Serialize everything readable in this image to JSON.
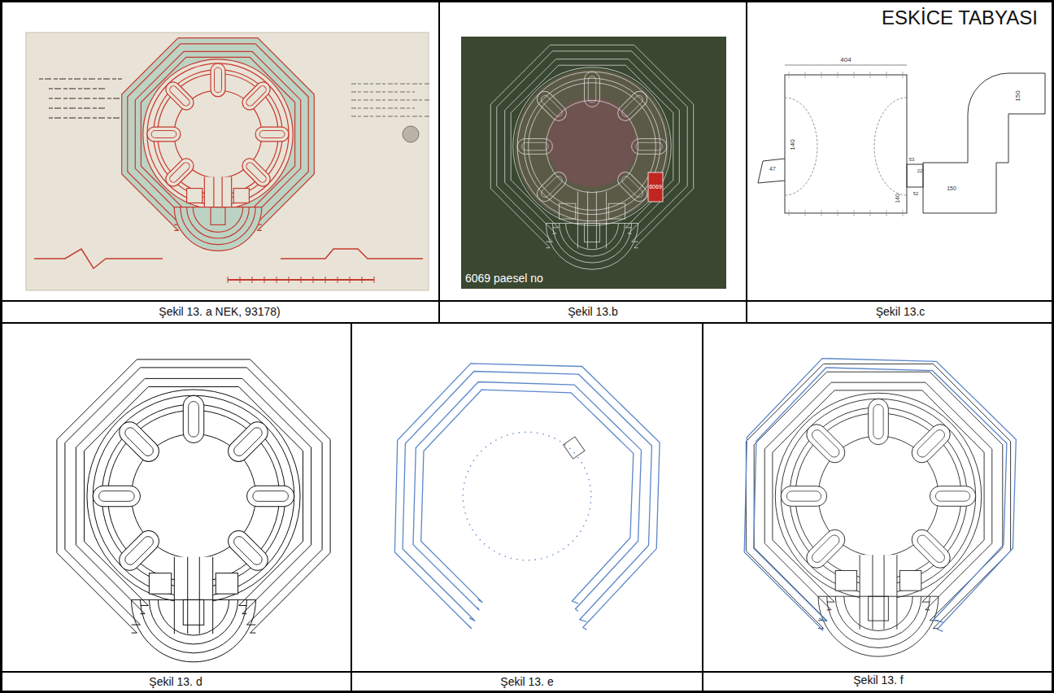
{
  "diagram": {
    "title": "ESKİCE TABYASI",
    "labels": [
      "Şekil 13. a NEK, 93178)",
      "Şekil 13.b",
      "Şekil 13.c",
      "Şekil 13. d",
      "Şekil 13. e",
      "Şekil 13. f",
      "6069 paesel no",
      "6069",
      "404",
      "47",
      "140",
      "150",
      "53",
      "22",
      "140",
      "52",
      "150"
    ]
  }
}
